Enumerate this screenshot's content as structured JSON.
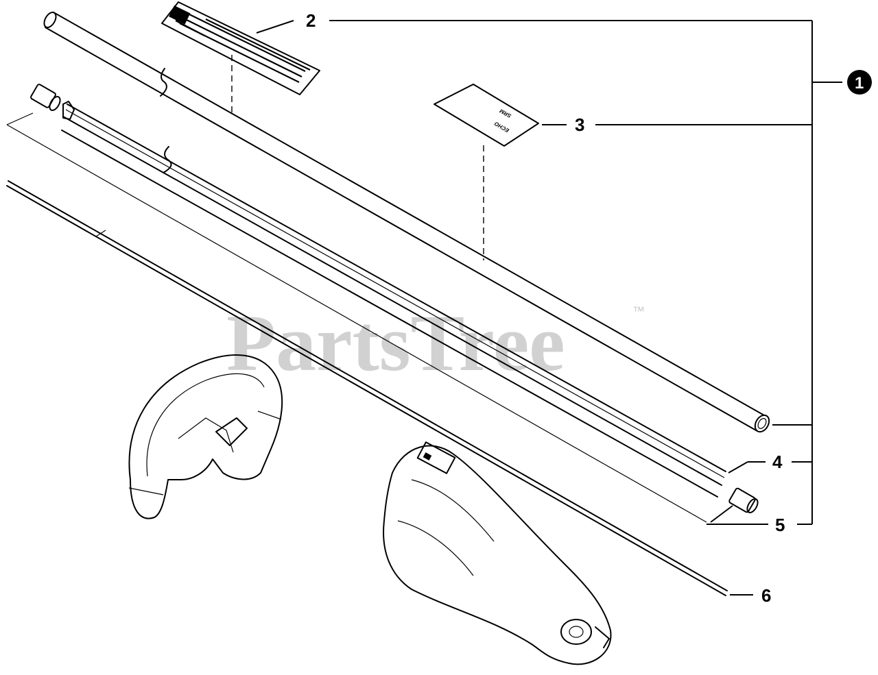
{
  "watermark": {
    "text": "PartsTree",
    "trademark": "™"
  },
  "decal": {
    "brand_text": "ECHO",
    "model_text": "SRM"
  },
  "callouts": [
    {
      "id": "1",
      "label": "1"
    },
    {
      "id": "2",
      "label": "2"
    },
    {
      "id": "3",
      "label": "3"
    },
    {
      "id": "4",
      "label": "4"
    },
    {
      "id": "5",
      "label": "5"
    },
    {
      "id": "6",
      "label": "6"
    }
  ]
}
